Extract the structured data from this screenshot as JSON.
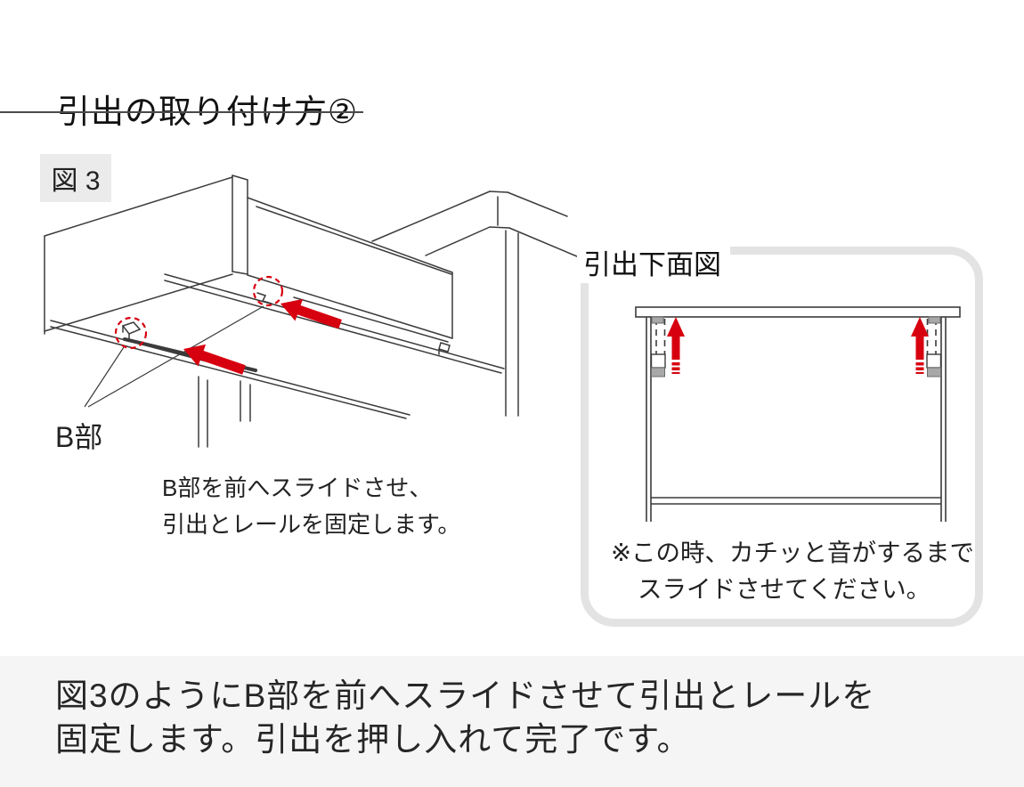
{
  "header": {
    "title": "引出の取り付け方②"
  },
  "figure3": {
    "label": "図 3",
    "part_label": "B部",
    "caption_line1": "B部を前へスライドさせ、",
    "caption_line2": "引出とレールを固定します。"
  },
  "bottom_view": {
    "title": "引出下面図",
    "note_line1": "※この時、カチッと音がするまで",
    "note_line2": "スライドさせてください。"
  },
  "footer": {
    "line1": "図3のようにB部を前へスライドさせて引出とレールを",
    "line2": "固定します。引出を押し入れて完了です。"
  },
  "colors": {
    "accent_red": "#d7000f",
    "line": "#3b3b3b",
    "panel_border": "#e3e3e3",
    "label_bg": "#ebebeb",
    "footer_bg": "#f5f5f5"
  }
}
